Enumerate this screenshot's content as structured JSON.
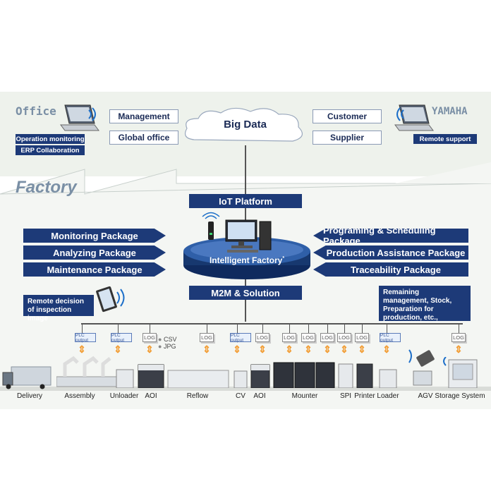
{
  "office": {
    "title": "Office",
    "buttons": [
      "Operation monitoring",
      "ERP Collaboration"
    ]
  },
  "yamaha": {
    "title": "YAMAHA",
    "button": "Remote support"
  },
  "cloud": {
    "title": "Big Data",
    "left_links": [
      "Management",
      "Global office"
    ],
    "right_links": [
      "Customer",
      "Supplier"
    ]
  },
  "factory": {
    "title": "Factory",
    "iot_platform": "IoT Platform",
    "hub_label": "Intelligent Factory",
    "hub_mark": "*",
    "m2m": "M2M & Solution",
    "left_packages": [
      "Monitoring Package",
      "Analyzing Package",
      "Maintenance Package"
    ],
    "right_packages": [
      "Programing & Scheduling Package",
      "Production Assistance Package",
      "Traceability Package"
    ],
    "remote_decision": "Remote decision of inspection image",
    "remaining": "Remaining management, Stock, Preparation for production, etc.,",
    "file_types": [
      "CSV",
      "JPG"
    ]
  },
  "tags": {
    "plc": "PLC output",
    "log": "LOG"
  },
  "line": {
    "stations": [
      "Delivery",
      "Assembly",
      "Unloader",
      "AOI",
      "Reflow",
      "CV",
      "AOI",
      "Mounter",
      "SPI",
      "Printer",
      "Loader",
      "AGV",
      "Storage System"
    ]
  },
  "colors": {
    "navy": "#1d3a78",
    "arrow": "#f29a2e",
    "factory_bg": "#f2f5f0"
  }
}
